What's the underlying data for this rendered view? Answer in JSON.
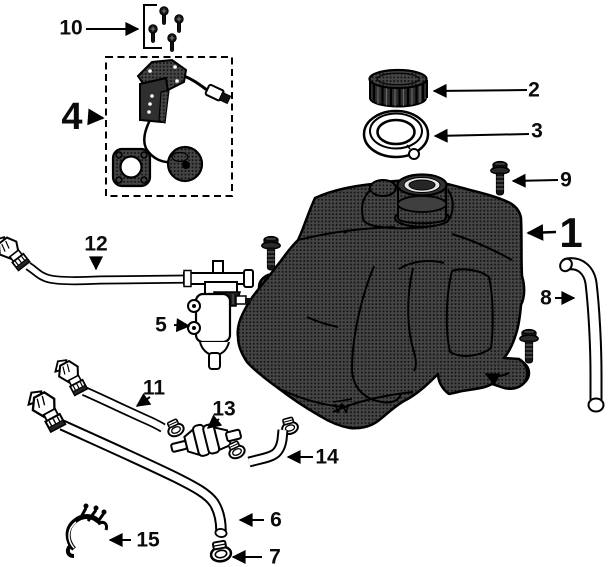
{
  "figure": {
    "kind": "exploded-parts-diagram",
    "subject": "fuel tank assembly",
    "background_color": "#ffffff",
    "line_color": "#000000",
    "tank_fill_color": "#3f3f3f"
  },
  "callouts": [
    {
      "text": "1",
      "part": "fuel-tank"
    },
    {
      "text": "2",
      "part": "fuel-filler-cap"
    },
    {
      "text": "3",
      "part": "filler-neck-gasket"
    },
    {
      "text": "4",
      "part": "fuel-level-sender-kit"
    },
    {
      "text": "5",
      "part": "fuel-valve-petcock"
    },
    {
      "text": "6",
      "part": "fuel-hose-long"
    },
    {
      "text": "7",
      "part": "hose-clamp"
    },
    {
      "text": "8",
      "part": "vent-hose"
    },
    {
      "text": "9",
      "part": "flange-bolt"
    },
    {
      "text": "10",
      "part": "sender-screw-set"
    },
    {
      "text": "11",
      "part": "fuel-hose-short"
    },
    {
      "text": "12",
      "part": "fuel-pipe"
    },
    {
      "text": "13",
      "part": "inline-fuel-filter"
    },
    {
      "text": "14",
      "part": "elbow-hose"
    },
    {
      "text": "15",
      "part": "spring-clamp"
    }
  ]
}
